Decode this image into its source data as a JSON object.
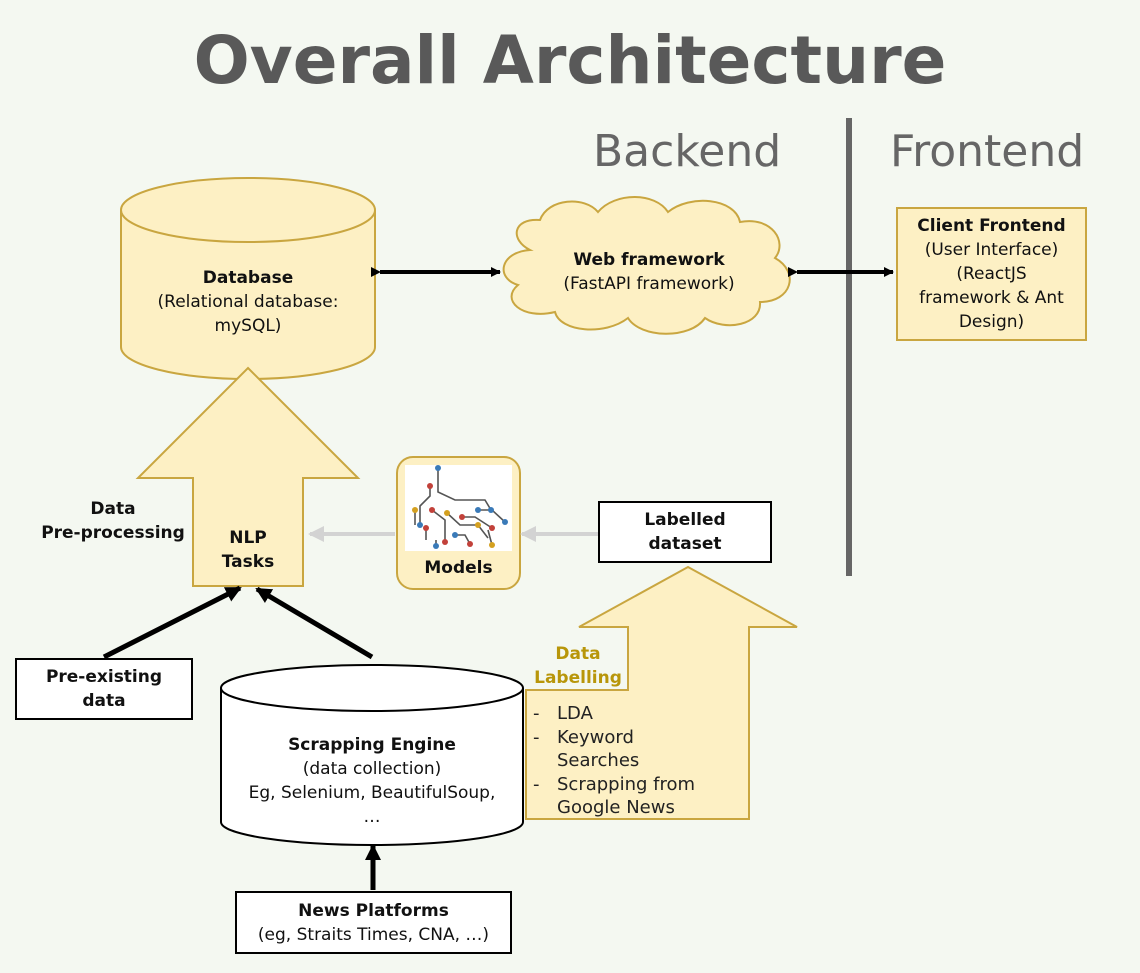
{
  "title": "Overall Architecture",
  "sections": {
    "backend": "Backend",
    "frontend": "Frontend"
  },
  "nodes": {
    "database": {
      "name": "Database",
      "detail1": "(Relational database:",
      "detail2": "mySQL)"
    },
    "web_framework": {
      "name": "Web framework",
      "detail": "(FastAPI framework)"
    },
    "client_frontend": {
      "name": "Client Frontend",
      "detail1": "(User Interface)",
      "detail2": "(ReactJS",
      "detail3": "framework & Ant",
      "detail4": "Design)"
    },
    "nlp_tasks": {
      "line1": "NLP",
      "line2": "Tasks"
    },
    "data_preprocessing": {
      "line1": "Data",
      "line2": "Pre-processing"
    },
    "models": {
      "name": "Models",
      "icon": "neural-network-icon"
    },
    "labelled_dataset": {
      "line1": "Labelled",
      "line2": "dataset"
    },
    "pre_existing_data": {
      "line1": "Pre-existing",
      "line2": "data"
    },
    "scrapping_engine": {
      "name": "Scrapping Engine",
      "detail1": "(data collection)",
      "detail2": "Eg, Selenium, BeautifulSoup,",
      "detail3": "…"
    },
    "data_labelling": {
      "line1": "Data",
      "line2": "Labelling",
      "items": [
        "LDA",
        "Keyword Searches",
        "Scrapping from Google News"
      ]
    },
    "news_platforms": {
      "name": "News Platforms",
      "detail": "(eg, Straits Times, CNA, …)"
    }
  },
  "colors": {
    "background": "#f4f8f1",
    "gold_fill": "#fdf0c4",
    "gold_stroke": "#c9a640",
    "gold_text": "#b8960a",
    "divider": "#666666",
    "flow_arrow_light": "#d3d3d3",
    "flow_arrow_dark": "#000000"
  }
}
